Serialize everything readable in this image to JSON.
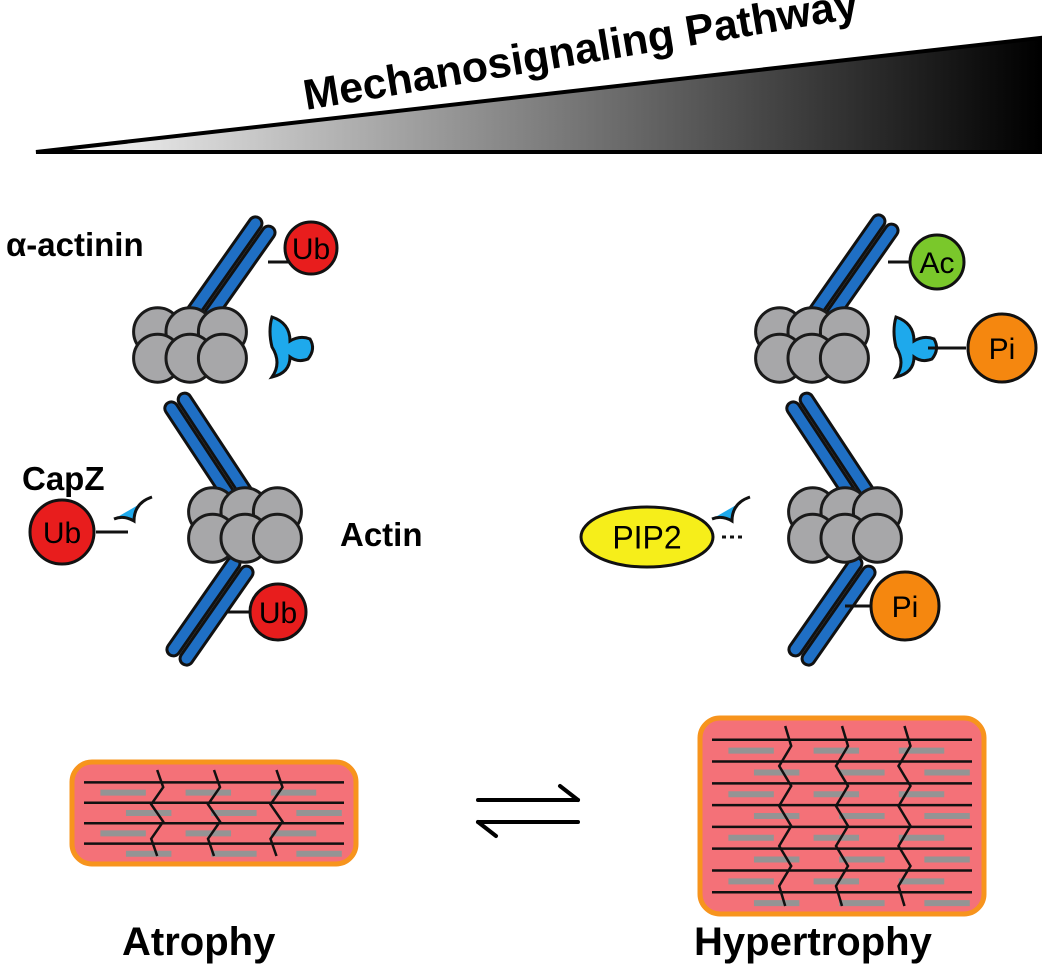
{
  "title": "Mechanosignaling Pathway",
  "labels": {
    "alpha_actinin": "α-actinin",
    "capz": "CapZ",
    "actin": "Actin",
    "atrophy": "Atrophy",
    "hypertrophy": "Hypertrophy"
  },
  "left_modifications": {
    "top": "Ub",
    "capz": "Ub",
    "bottom": "Ub"
  },
  "right_modifications": {
    "top": "Ac",
    "capz_top": "Pi",
    "capz_mid": "PIP2",
    "bottom": "Pi"
  },
  "colors": {
    "actin": "#a7a7a9",
    "actinin": "#1f6fc4",
    "capz": "#1ea9ec",
    "ub": "#e81d1d",
    "ac": "#7ac82b",
    "pi": "#f5870f",
    "pip2": "#f6ee1a",
    "cell_fill": "#f47178",
    "cell_border": "#f7941d",
    "myofilament": "#949494"
  }
}
